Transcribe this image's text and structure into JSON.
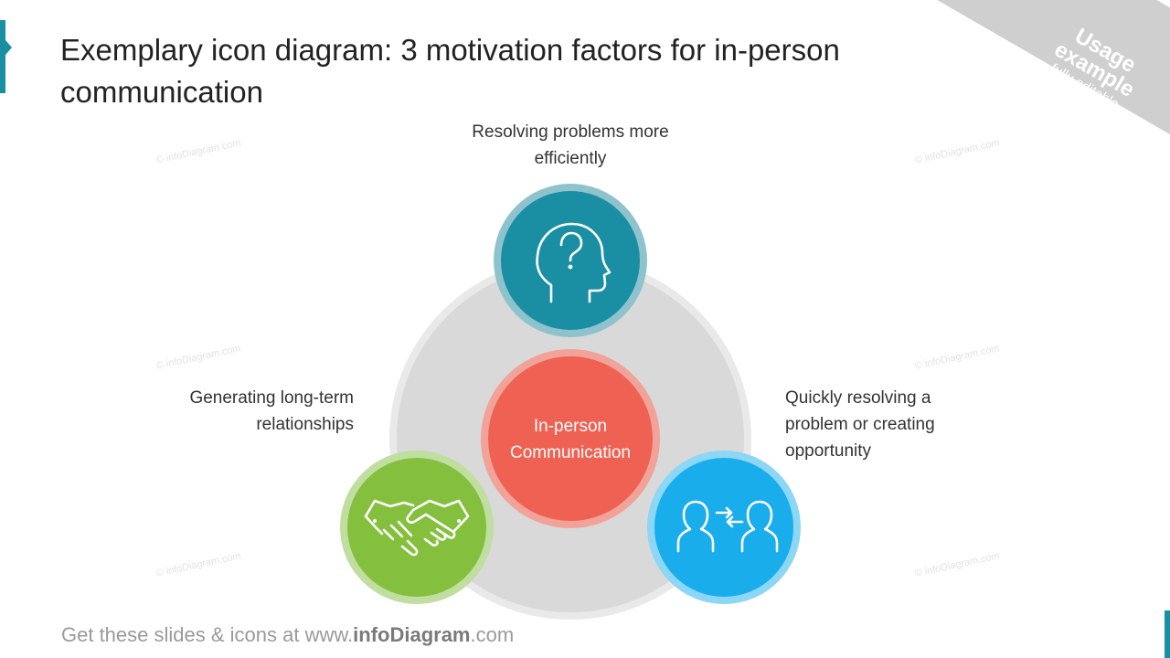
{
  "title": "Exemplary icon diagram: 3 motivation factors for in-person communication",
  "ribbon": {
    "line1": "Usage",
    "line2": "example",
    "line3": "fully editable"
  },
  "watermark": "© infoDiagram.com",
  "center": {
    "label": "In-person Communication",
    "color": "#ef6152"
  },
  "factors": [
    {
      "label": "Resolving problems more efficiently",
      "icon": "head-question-icon",
      "color": "#1a8fa4"
    },
    {
      "label": "Generating long-term relationships",
      "icon": "handshake-icon",
      "color": "#84c03e"
    },
    {
      "label": "Quickly resolving a problem or creating opportunity",
      "icon": "people-exchange-icon",
      "color": "#1aadec"
    }
  ],
  "footer": {
    "prefix": "Get these slides & icons at www.",
    "brand": "infoDiagram",
    "suffix": ".com"
  },
  "colors": {
    "accent": "#1a8fa4",
    "ring": "#d9d9d9"
  }
}
